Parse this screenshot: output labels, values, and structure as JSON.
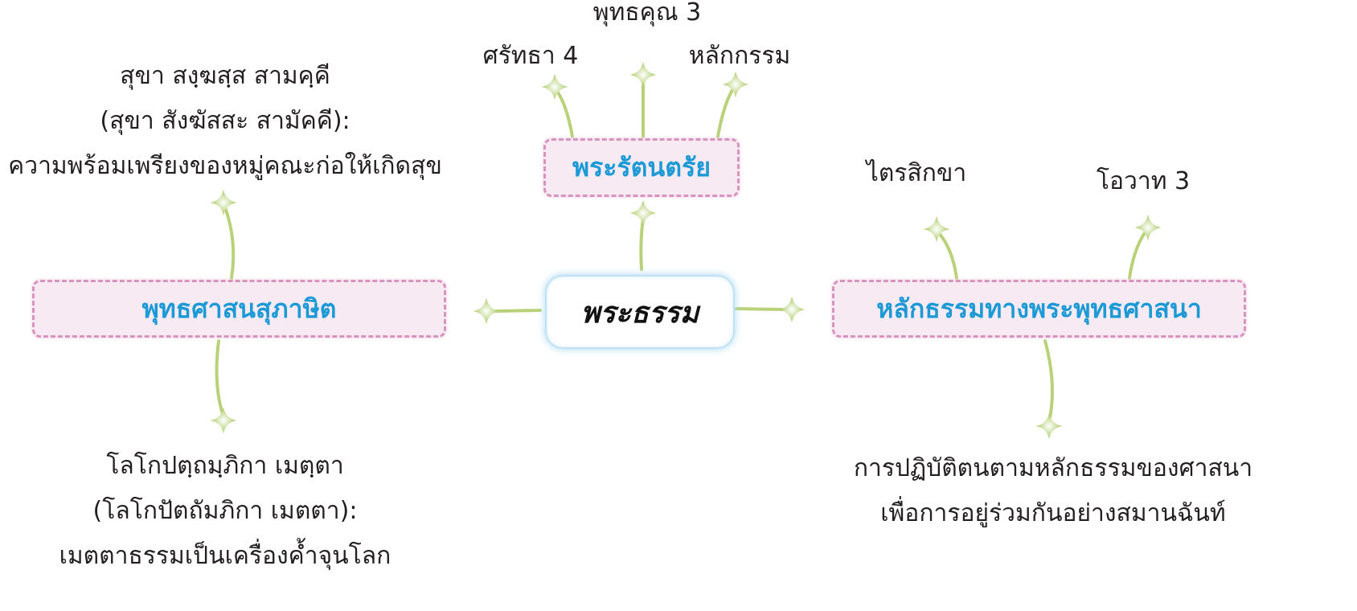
{
  "center": {
    "label": "พระธรรม"
  },
  "nodes": {
    "top": "พระรัตนตรัย",
    "left": "พุทธศาสนสุภาษิต",
    "right": "หลักธรรมทางพระพุทธศาสนา"
  },
  "top_children": [
    "ศรัทธา 4",
    "พุทธคุณ 3",
    "หลักกรรม"
  ],
  "left_top": [
    "สุขา สงฺฆสฺส สามคฺคี",
    "(สุขา สังฆัสสะ สามัคคี):",
    "ความพร้อมเพรียงของหมู่คณะก่อให้เกิดสุข"
  ],
  "left_bottom": [
    "โลโกปตฺถมฺภิกา เมตฺตา",
    "(โลโกปัตถัมภิกา เมตตา):",
    "เมตตาธรรมเป็นเครื่องค้ำจุนโลก"
  ],
  "right_children": [
    "ไตรสิกขา",
    "โอวาท 3"
  ],
  "right_bottom": [
    "การปฏิบัติตนตามหลักธรรมของศาสนา",
    "เพื่อการอยู่ร่วมกันอย่างสมานฉันท์"
  ],
  "colors": {
    "node_text": "#1c9ad6",
    "node_fill": "#f8eaf3",
    "node_border": "#d993bd",
    "connector": "#b9d27a"
  }
}
